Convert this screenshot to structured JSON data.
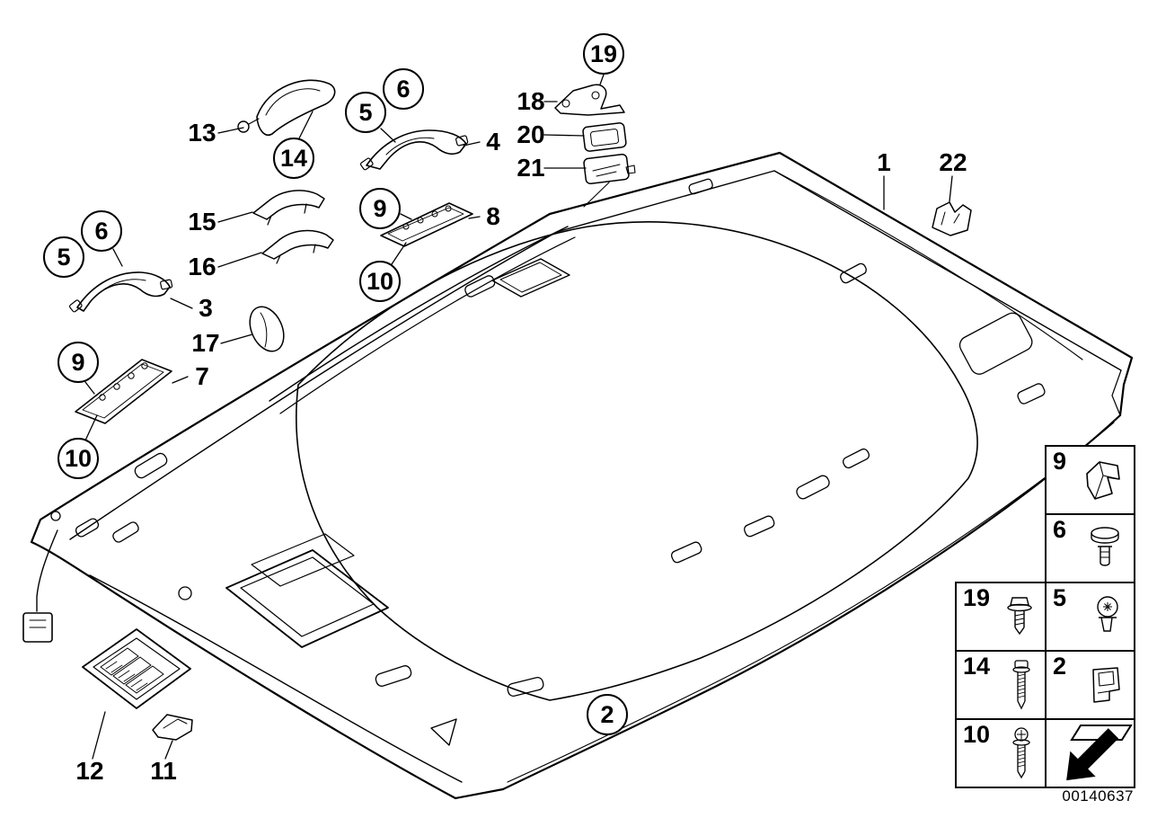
{
  "labels": {
    "n1": "1",
    "n2": "2",
    "n3": "3",
    "n4": "4",
    "n5": "5",
    "n6": "6",
    "n7": "7",
    "n8": "8",
    "n9": "9",
    "n10": "10",
    "n11": "11",
    "n12": "12",
    "n13": "13",
    "n14": "14",
    "n15": "15",
    "n16": "16",
    "n17": "17",
    "n18": "18",
    "n19": "19",
    "n20": "20",
    "n21": "21",
    "n22": "22"
  },
  "legend": {
    "cells": [
      {
        "num": "9",
        "icon": "spring-clip-icon"
      },
      {
        "num": "6",
        "icon": "expansion-rivet-icon"
      },
      {
        "num": "19",
        "icon": "pan-head-screw-icon"
      },
      {
        "num": "5",
        "icon": "torx-screw-icon"
      },
      {
        "num": "14",
        "icon": "long-screw-icon"
      },
      {
        "num": "2",
        "icon": "clamp-clip-icon"
      },
      {
        "num": "10",
        "icon": "phillips-long-screw-icon"
      },
      {
        "num": "",
        "icon": "direction-arrow-icon"
      }
    ]
  },
  "footer": {
    "image_id": "00140637"
  },
  "colors": {
    "line": "#000000",
    "background": "#ffffff"
  }
}
